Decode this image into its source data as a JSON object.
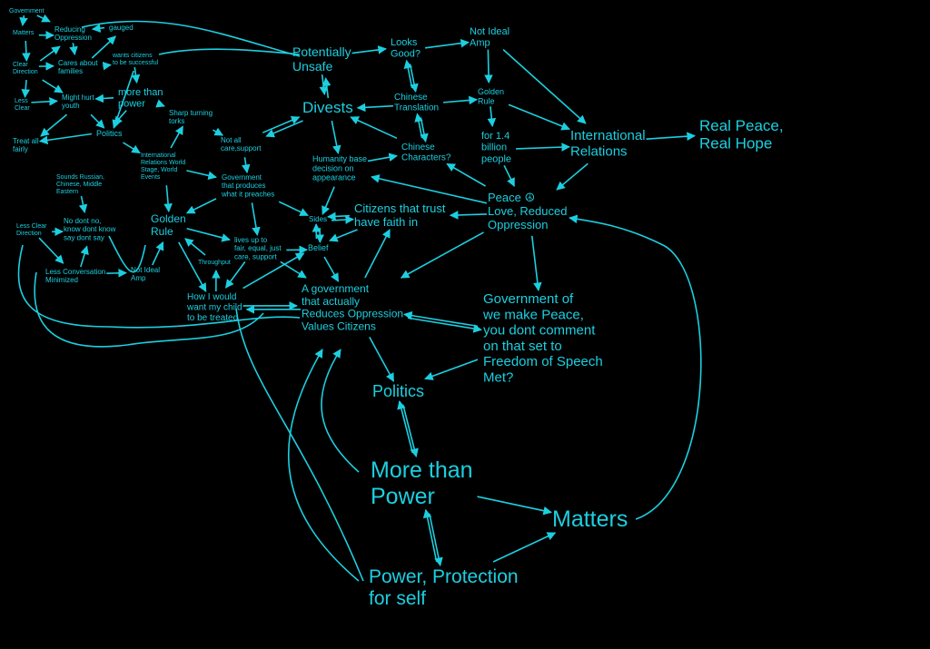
{
  "colors": {
    "background": "#000000",
    "ink": "#1ccfe0"
  },
  "nodes": {
    "government": [
      "Government"
    ],
    "matters_small": [
      "Matters"
    ],
    "reducing": [
      "Reducing",
      "Oppression"
    ],
    "gauged": [
      "gauged"
    ],
    "clear_dir": [
      "Clear",
      "Direction"
    ],
    "cares": [
      "Cares about",
      "families"
    ],
    "wants": [
      "wants citizens",
      "to be successful"
    ],
    "less_clear": [
      "Less",
      "Clear"
    ],
    "might_hurt": [
      "Might hurt",
      "youth"
    ],
    "more_power_small": [
      "more than",
      "power"
    ],
    "politics_small": [
      "Politics"
    ],
    "sharp": [
      "Sharp turning",
      "torks"
    ],
    "not_all": [
      "Not all",
      "care,support"
    ],
    "treat": [
      "Treat all",
      "fairly"
    ],
    "intl_small": [
      "International",
      "Relations World",
      "Stage, World",
      "Events"
    ],
    "sounds": [
      "Sounds Russian,",
      "Chinese, Middle",
      "Eastern"
    ],
    "gov_preaches": [
      "Government",
      "that produces",
      "what it preaches"
    ],
    "no_dont": [
      "No dont no,",
      "know dont know",
      "say dont say"
    ],
    "less_clear_dir": [
      "Less Clear",
      "Direction"
    ],
    "golden_small": [
      "Golden",
      "Rule"
    ],
    "lives": [
      "lives up to",
      "fair, equal, just",
      "care, support"
    ],
    "throughput": [
      "Throughput"
    ],
    "less_conv": [
      "Less Conversation",
      "Minimized"
    ],
    "not_ideal_small": [
      "Not Ideal",
      "Amp"
    ],
    "how_i": [
      "How I would",
      "want my child",
      "to be treated"
    ],
    "potentially": [
      "Potentially",
      "Unsafe"
    ],
    "divests": [
      "Divests"
    ],
    "humanity": [
      "Humanity base",
      "decision on",
      "appearance"
    ],
    "sides": [
      "Sides"
    ],
    "belief": [
      "Belief"
    ],
    "citizens_trust": [
      "Citizens that trust",
      "have faith in"
    ],
    "gov_actually": [
      "A government",
      "that actually",
      "Reduces Oppression",
      "Values Citizens"
    ],
    "looks_good": [
      "Looks",
      "Good?"
    ],
    "chinese_trans": [
      "Chinese",
      "Translation"
    ],
    "chinese_char": [
      "Chinese",
      "Characters?"
    ],
    "not_ideal_amp": [
      "Not Ideal",
      "Amp"
    ],
    "golden_rule2": [
      "Golden",
      "Rule"
    ],
    "for14": [
      "for 1.4",
      "billion",
      "people"
    ],
    "intl_rel": [
      "International",
      "Relations"
    ],
    "real_peace": [
      "Real Peace,",
      "Real Hope"
    ],
    "peace": [
      "Peace ☮",
      "Love, Reduced",
      "Oppression"
    ],
    "gov_of": [
      "Government of",
      "we make Peace,",
      "you dont comment",
      "on that set to",
      "Freedom of Speech",
      "Met?"
    ],
    "politics_big": [
      "Politics"
    ],
    "more_than_big": [
      "More than",
      "Power"
    ],
    "matters_big": [
      "Matters"
    ],
    "power_prot": [
      "Power, Protection",
      "for self"
    ]
  },
  "edges": [
    [
      "government",
      "matters_small"
    ],
    [
      "matters_small",
      "reducing"
    ],
    [
      "government",
      "reducing"
    ],
    [
      "matters_small",
      "clear_dir"
    ],
    [
      "gauged",
      "reducing"
    ],
    [
      "cares",
      "gauged"
    ],
    [
      "reducing",
      "cares"
    ],
    [
      "clear_dir",
      "reducing"
    ],
    [
      "clear_dir",
      "cares"
    ],
    [
      "cares",
      "wants"
    ],
    [
      "wants",
      "more_power_small"
    ],
    [
      "clear_dir",
      "less_clear"
    ],
    [
      "less_clear",
      "might_hurt"
    ],
    [
      "clear_dir",
      "might_hurt"
    ],
    [
      "more_power_small",
      "might_hurt"
    ],
    [
      "might_hurt",
      "politics_small"
    ],
    [
      "more_power_small",
      "politics_small"
    ],
    [
      "wants",
      "politics_small"
    ],
    [
      "politics_small",
      "treat"
    ],
    [
      "might_hurt",
      "treat"
    ],
    [
      "more_power_small",
      "sharp"
    ],
    [
      "sharp",
      "not_all"
    ],
    [
      "intl_small",
      "sharp"
    ],
    [
      "politics_small",
      "intl_small"
    ],
    [
      "intl_small",
      "gov_preaches"
    ],
    [
      "not_all",
      "gov_preaches"
    ],
    [
      "gov_preaches",
      "golden_small"
    ],
    [
      "intl_small",
      "golden_small"
    ],
    [
      "sounds",
      "no_dont"
    ],
    [
      "less_clear_dir",
      "no_dont"
    ],
    [
      "less_clear_dir",
      "less_conv"
    ],
    [
      "less_conv",
      "no_dont"
    ],
    [
      "less_conv",
      "not_ideal_small"
    ],
    [
      "not_ideal_small",
      "golden_small"
    ],
    [
      "golden_small",
      "lives"
    ],
    [
      "golden_small",
      "how_i"
    ],
    [
      "throughput",
      "golden_small"
    ],
    [
      "gov_preaches",
      "lives"
    ],
    [
      "lives",
      "how_i"
    ],
    [
      "how_i",
      "throughput"
    ],
    [
      "how_i",
      "gov_actually"
    ],
    [
      "gov_actually",
      "how_i"
    ],
    [
      "how_i",
      "belief"
    ],
    [
      "lives",
      "belief"
    ],
    [
      "lives",
      "gov_actually"
    ],
    [
      "gov_preaches",
      "sides"
    ],
    [
      "not_all",
      "divests"
    ],
    [
      "divests",
      "not_all"
    ],
    [
      "potentially",
      "divests"
    ],
    [
      "divests",
      "potentially"
    ],
    [
      "potentially",
      "looks_good"
    ],
    [
      "chinese_trans",
      "divests"
    ],
    [
      "chinese_char",
      "divests"
    ],
    [
      "looks_good",
      "chinese_trans"
    ],
    [
      "chinese_trans",
      "looks_good"
    ],
    [
      "chinese_trans",
      "chinese_char"
    ],
    [
      "chinese_char",
      "chinese_trans"
    ],
    [
      "divests",
      "humanity"
    ],
    [
      "humanity",
      "chinese_char"
    ],
    [
      "looks_good",
      "not_ideal_amp"
    ],
    [
      "not_ideal_amp",
      "golden_rule2"
    ],
    [
      "chinese_trans",
      "golden_rule2"
    ],
    [
      "golden_rule2",
      "for14"
    ],
    [
      "golden_rule2",
      "intl_rel"
    ],
    [
      "not_ideal_amp",
      "intl_rel"
    ],
    [
      "for14",
      "intl_rel"
    ],
    [
      "for14",
      "peace"
    ],
    [
      "intl_rel",
      "peace"
    ],
    [
      "intl_rel",
      "real_peace"
    ],
    [
      "peace",
      "humanity"
    ],
    [
      "peace",
      "chinese_char"
    ],
    [
      "peace",
      "citizens_trust"
    ],
    [
      "peace",
      "gov_actually"
    ],
    [
      "peace",
      "gov_of"
    ],
    [
      "citizens_trust",
      "sides"
    ],
    [
      "sides",
      "citizens_trust"
    ],
    [
      "citizens_trust",
      "belief"
    ],
    [
      "sides",
      "belief"
    ],
    [
      "belief",
      "sides"
    ],
    [
      "belief",
      "gov_actually"
    ],
    [
      "gov_actually",
      "citizens_trust"
    ],
    [
      "gov_actually",
      "gov_of"
    ],
    [
      "gov_of",
      "gov_actually"
    ],
    [
      "gov_actually",
      "politics_big"
    ],
    [
      "gov_of",
      "politics_big"
    ],
    [
      "politics_big",
      "more_than_big"
    ],
    [
      "more_than_big",
      "politics_big"
    ],
    [
      "more_than_big",
      "power_prot"
    ],
    [
      "power_prot",
      "more_than_big"
    ],
    [
      "more_than_big",
      "matters_big"
    ],
    [
      "power_prot",
      "matters_big"
    ],
    [
      "humanity",
      "sides"
    ]
  ]
}
